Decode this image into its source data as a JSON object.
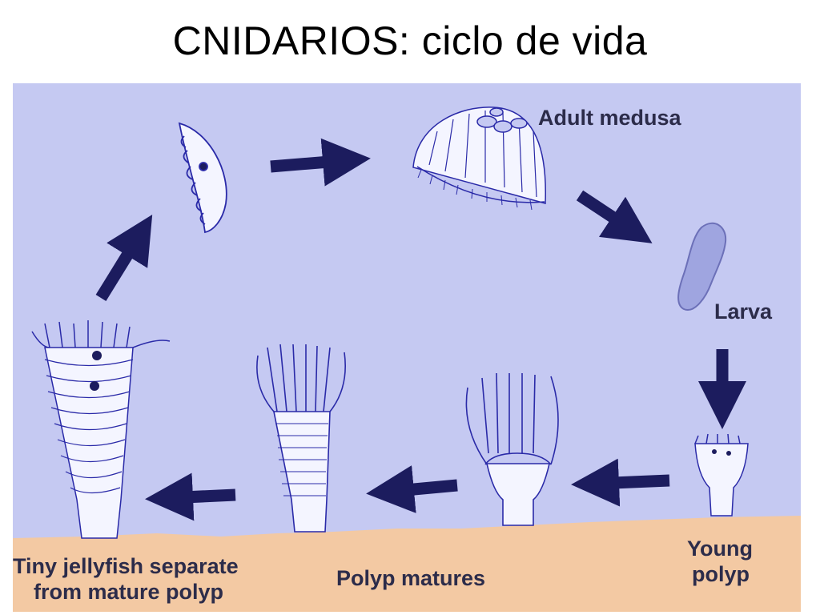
{
  "slide": {
    "title": "CNIDARIOS: ciclo de vida"
  },
  "diagram": {
    "labels": {
      "adult_medusa": "Adult medusa",
      "larva": "Larva",
      "young_polyp_line1": "Young",
      "young_polyp_line2": "polyp",
      "polyp_matures": "Polyp matures",
      "tiny_jellyfish_line1": "Tiny jellyfish separate",
      "tiny_jellyfish_line2": "from mature polyp"
    },
    "colors": {
      "water": "#c5c9f2",
      "seabed": "#f3c9a3",
      "arrow": "#1c1c5e",
      "outline": "#2a2aa8",
      "larva_fill": "#9fa5e0"
    }
  }
}
